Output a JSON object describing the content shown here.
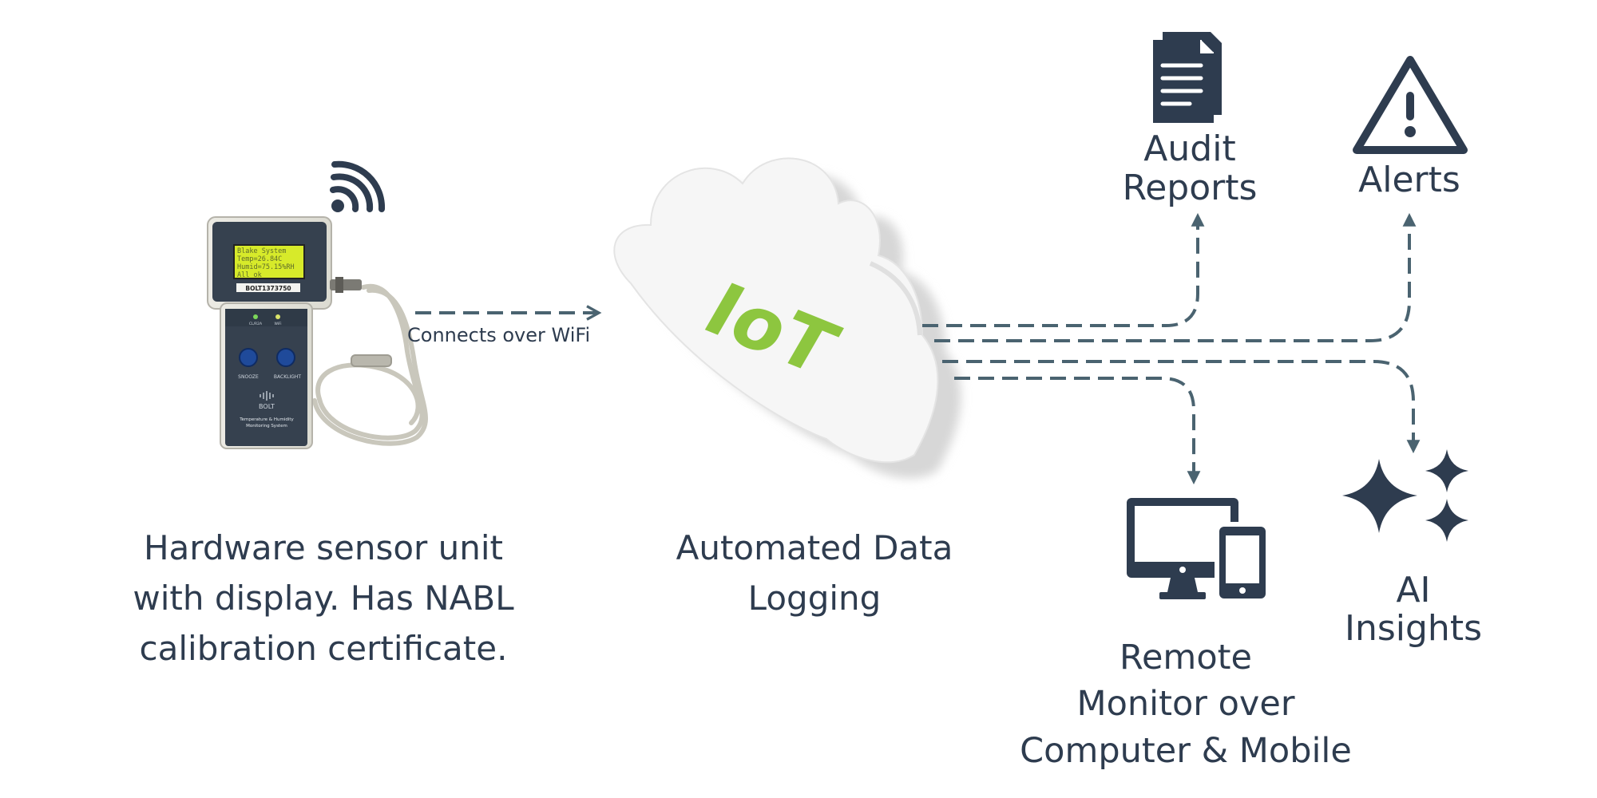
{
  "colors": {
    "ink": "#2e3c4f",
    "connector": "#4a6370",
    "iot_green": "#8dc63f",
    "lcd": "#d7ea2a",
    "cloud": "#f4f4f4",
    "cloud_shadow": "#d9d9d9"
  },
  "device": {
    "screen_lines": [
      "Blake System",
      "Temp=26.84C",
      "Humid=75.15%RH",
      "All ok"
    ],
    "serial": "BOLT1373750",
    "indicators": [
      "CL/R2A",
      "WiFi"
    ],
    "buttons": [
      "SNOOZE",
      "BACKLIGHT"
    ],
    "brand": "BOLT",
    "product_line1": "Temperature & Humidity",
    "product_line2": "Monitoring System",
    "caption_lines": [
      "Hardware sensor unit",
      "with display. Has NABL",
      "calibration certificate."
    ]
  },
  "link": {
    "label": "Connects over WiFi"
  },
  "cloud": {
    "logo": "IoT",
    "caption_lines": [
      "Automated Data",
      "Logging"
    ]
  },
  "outputs": {
    "audit": {
      "icon": "document-stack-icon",
      "lines": [
        "Audit",
        "Reports"
      ]
    },
    "alerts": {
      "icon": "warning-triangle-icon",
      "lines": [
        "Alerts"
      ]
    },
    "remote": {
      "icon": "monitor-and-phone-icon",
      "lines": [
        "Remote",
        "Monitor over",
        "Computer & Mobile"
      ]
    },
    "ai": {
      "icon": "sparkles-icon",
      "lines": [
        "AI",
        "Insights"
      ]
    }
  }
}
